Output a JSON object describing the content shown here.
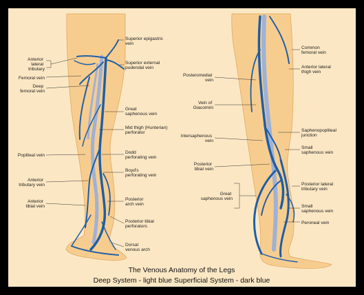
{
  "caption": {
    "line1": "The Venous Anatomy of the Legs",
    "line2": "Deep System - light blue  Superficial System - dark blue"
  },
  "colors": {
    "background": "#fbe7c4",
    "skin": "#f7cd8f",
    "deep_vein": "#9fb1d6",
    "superficial_vein": "#1d5ea6",
    "frame": "#000000"
  },
  "front_leg_labels": {
    "superior_epigastric": [
      "Superior epigastric",
      "vein"
    ],
    "superior_external_pudendal": [
      "Superior external",
      "pudendal vein"
    ],
    "anterior_lateral_tributary": [
      "Anterior",
      "lateral",
      "tributary"
    ],
    "femoral_vein": [
      "Femoral vein"
    ],
    "deep_femoral_vein": [
      "Deep",
      "femoral vein"
    ],
    "great_saphenous_vein": [
      "Great",
      "saphenous vein"
    ],
    "mid_thigh_perforator": [
      "Mid thigh (Hunterian)",
      "perforator"
    ],
    "popliteal_vein": [
      "Popliteal vein"
    ],
    "dodd_perforating": [
      "Dodd",
      "perforating vein"
    ],
    "boyds_perforating": [
      "Boyd's",
      "perforating vein"
    ],
    "anterior_tributary": [
      "Anterior",
      "tributary vein"
    ],
    "anterior_tibial": [
      "Anterior",
      "tibial vein"
    ],
    "posterior_arch": [
      "Posterior",
      "arch vein"
    ],
    "posterior_tibial_perforators": [
      "Posterior tibial",
      "perforators"
    ],
    "dorsal_venous_arch": [
      "Dorsal",
      "venous arch"
    ]
  },
  "back_leg_labels": {
    "common_femoral": [
      "Common",
      "femoral vein"
    ],
    "anterior_lateral_thigh": [
      "Anterior lateral",
      "thigh vein"
    ],
    "posteromedial": [
      "Posteromedial",
      "vein"
    ],
    "vein_of_giacomini": [
      "Vein of",
      "Giacomini"
    ],
    "saphenopopliteal_junction": [
      "Saphenopopliteal",
      "junction"
    ],
    "intersaphenous": [
      "Intersaphenous",
      "vein"
    ],
    "small_saphenous_1": [
      "Small",
      "saphenous vein"
    ],
    "posterior_tibial": [
      "Posterior",
      "tibial vein"
    ],
    "posterior_lateral_tributary": [
      "Posterior lateral",
      "tributary vein"
    ],
    "great_saphenous": [
      "Great",
      "saphenous vein"
    ],
    "small_saphenous_2": [
      "Small",
      "saphenous vein"
    ],
    "peroneal": [
      "Peroneal vein"
    ]
  }
}
